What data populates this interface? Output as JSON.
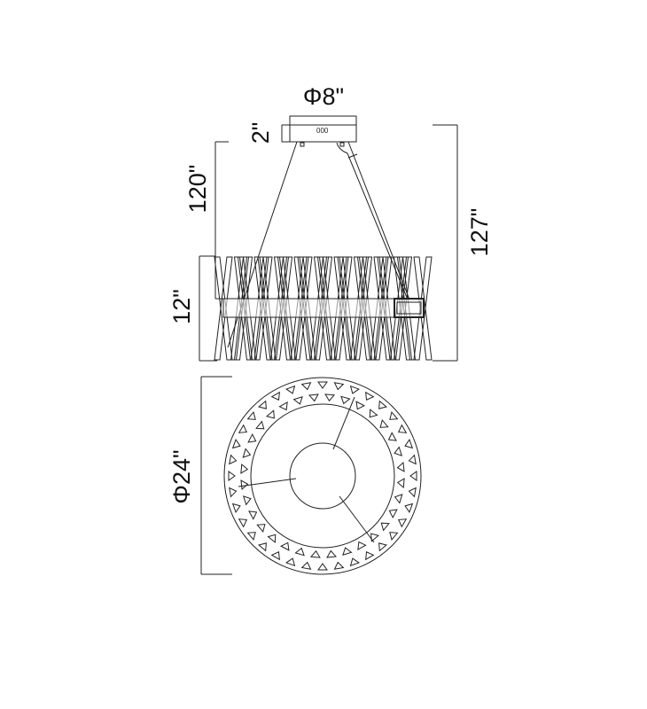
{
  "diagram": {
    "canopy_diameter": "Φ8\"",
    "canopy_height": "2\"",
    "canopy_marking": "000",
    "cable_length": "120\"",
    "body_height": "12\"",
    "overall_height": "127\"",
    "body_diameter": "Φ24\"",
    "line_color": "#222222"
  }
}
